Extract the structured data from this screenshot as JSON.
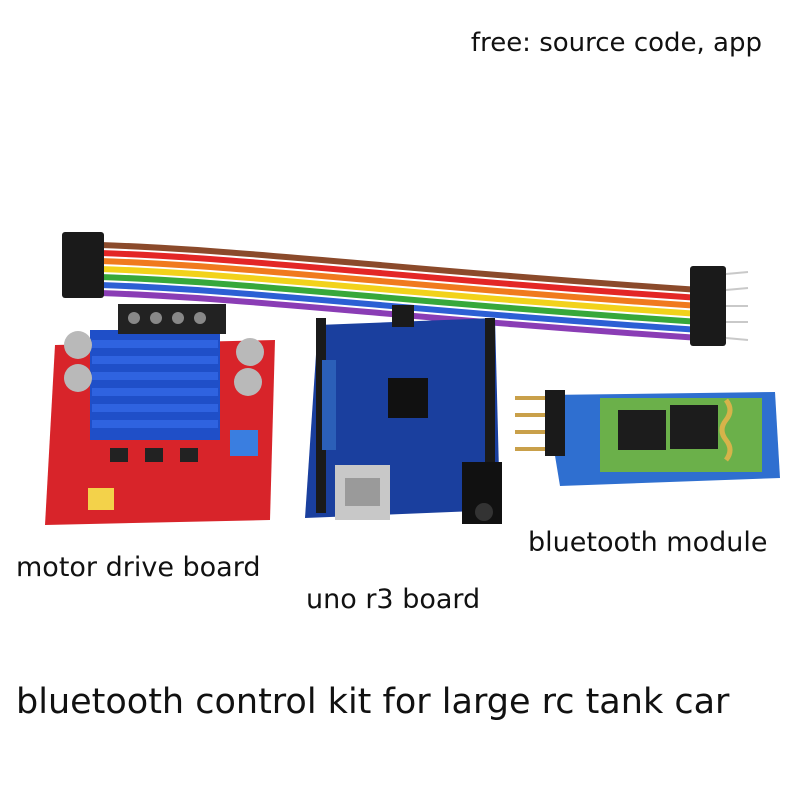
{
  "top_note": "free: source code, app",
  "labels": {
    "motor": "motor drive board",
    "uno": "uno r3 board",
    "bluetooth": "bluetooth module"
  },
  "title": "bluetooth control kit for large rc tank car",
  "colors": {
    "motor_board": "#d8242a",
    "heatsink": "#1f4fc8",
    "uno_board": "#1a3f9e",
    "bt_board": "#2f6fd0",
    "bt_chip": "#1c1c1c"
  }
}
